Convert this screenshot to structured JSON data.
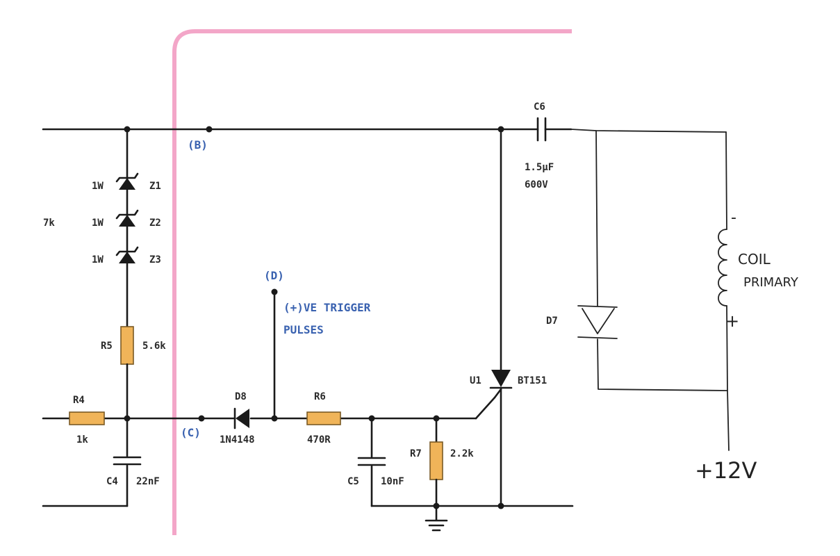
{
  "colors": {
    "wire": "#1a1a1a",
    "resistor": "#f0b459",
    "node_label": "#3a62b0",
    "border": "#f3a6c8"
  },
  "nodes": {
    "b": "(B)",
    "c": "(C)",
    "d": "(D)"
  },
  "trigger": {
    "line1": "(+)VE TRIGGER",
    "line2": "PULSES"
  },
  "components": {
    "z1": {
      "rating": "1W",
      "name": "Z1"
    },
    "z2": {
      "rating": "1W",
      "name": "Z2"
    },
    "z3": {
      "rating": "1W",
      "name": "Z3"
    },
    "r_left_partial": "7k",
    "r5": {
      "name": "R5",
      "value": "5.6k"
    },
    "r4": {
      "name": "R4",
      "value": "1k"
    },
    "c4": {
      "name": "C4",
      "value": "22nF"
    },
    "d8": {
      "name": "D8",
      "value": "1N4148"
    },
    "r6": {
      "name": "R6",
      "value": "470R"
    },
    "c5": {
      "name": "C5",
      "value": "10nF"
    },
    "r7": {
      "name": "R7",
      "value": "2.2k"
    },
    "u1": {
      "name": "U1",
      "value": "BT151"
    },
    "c6": {
      "name": "C6",
      "value1": "1.5µF",
      "value2": "600V"
    },
    "d7": {
      "name": "D7"
    }
  },
  "handwritten": {
    "coil_line1": "COIL",
    "coil_line2": "PRIMARY",
    "minus": "-",
    "plus": "+",
    "supply": "+12V"
  }
}
